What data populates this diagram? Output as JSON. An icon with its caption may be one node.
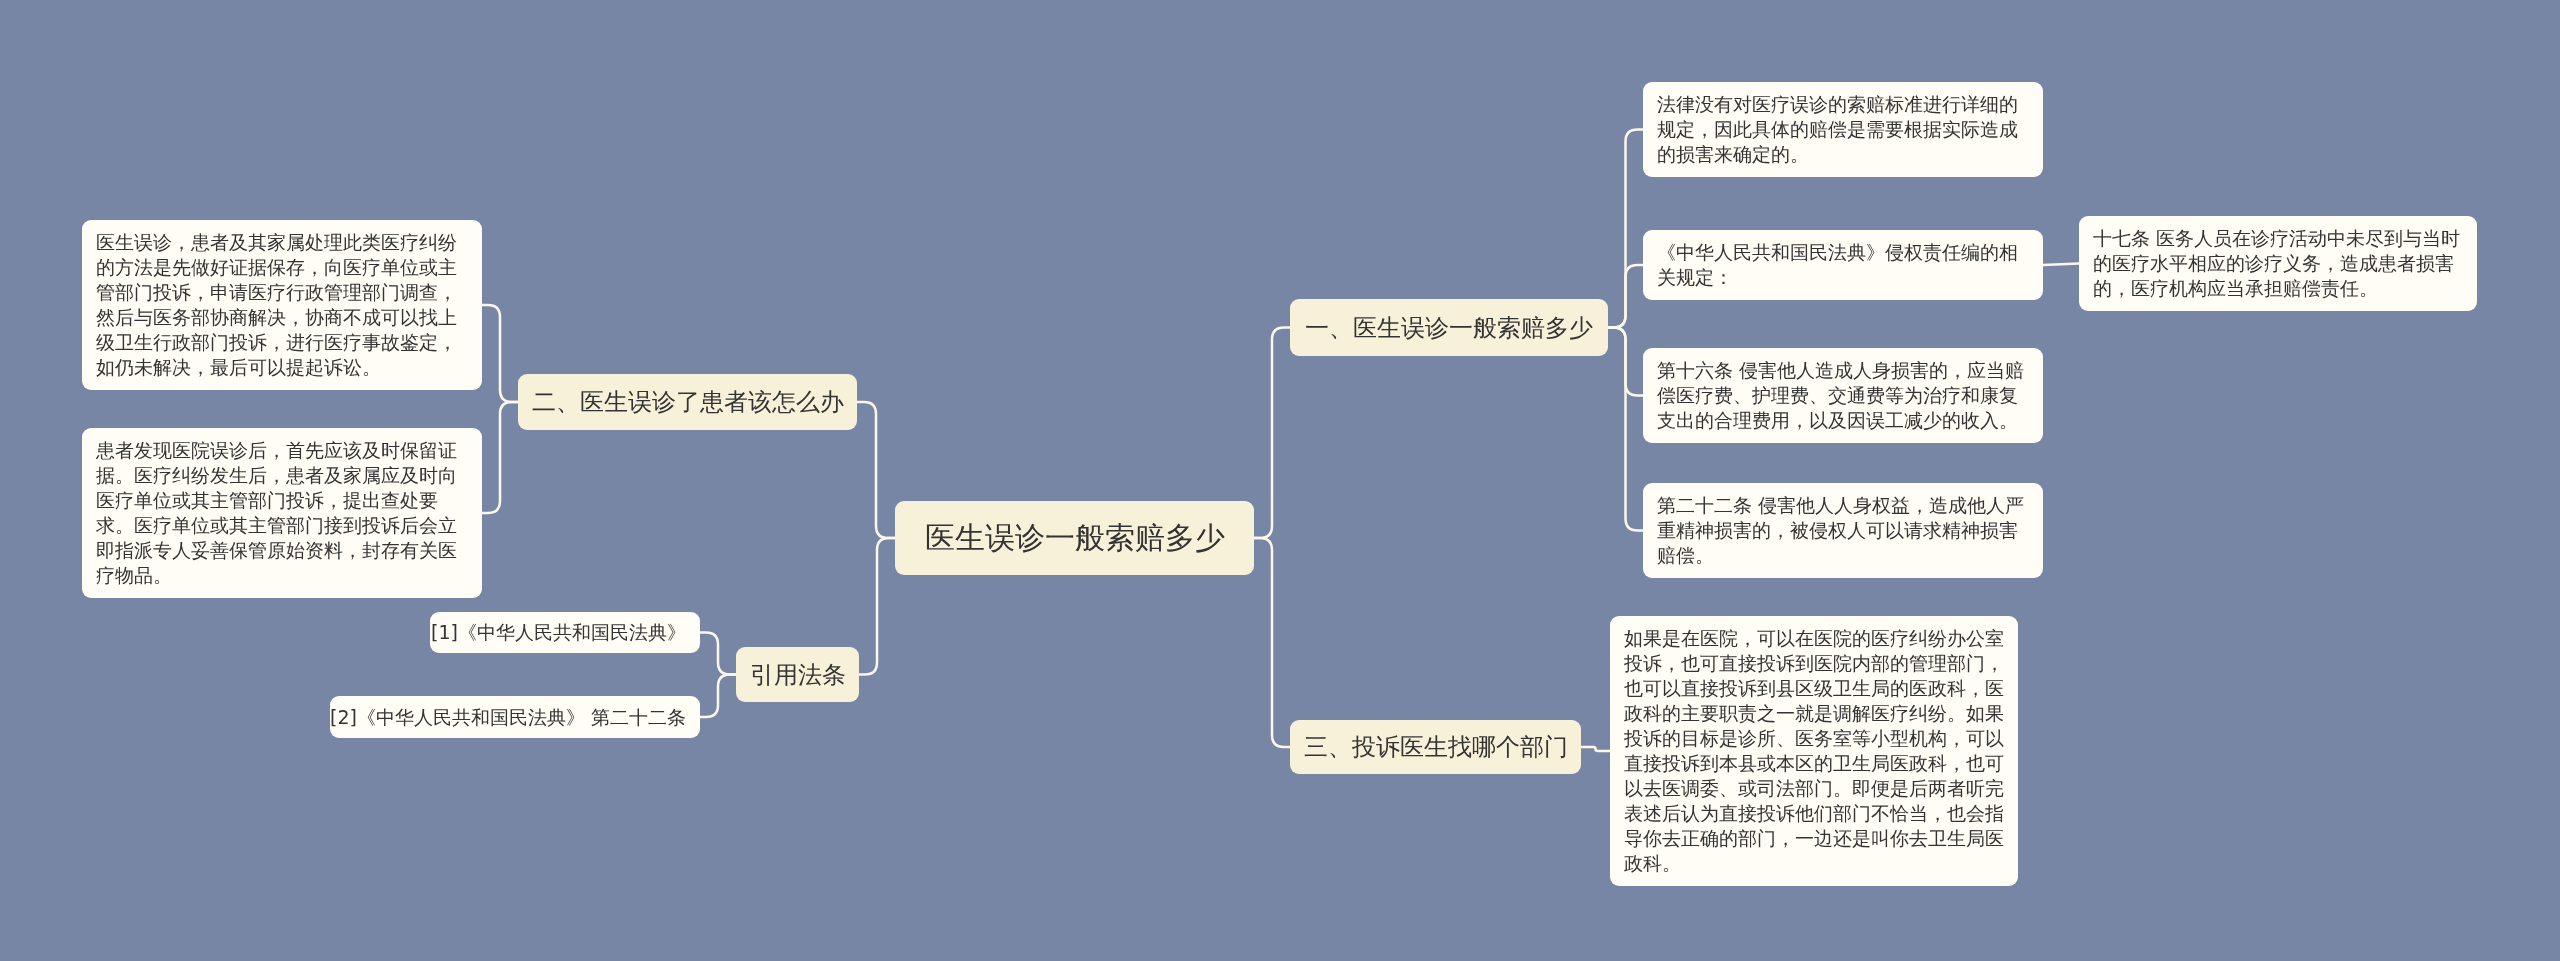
{
  "diagram": {
    "nodes": [
      {
        "text": [
          "医生误诊一般索赔多少"
        ]
      },
      {
        "text": [
          "一、医生误诊一般索赔多少"
        ]
      },
      {
        "text": [
          "法律没有对医疗误诊的索赔标准进行详细的规定，因此具体的赔偿是需要根据实际造成的损害来确定的。"
        ]
      },
      {
        "text": [
          "《中华人民共和国民法典》侵权责任编的相关规定："
        ]
      },
      {
        "text": [
          "十七条 医务人员在诊疗活动中未尽到与当时的医疗水平相应的诊疗义务，造成患者损害的，医疗机构应当承担赔偿责任。"
        ]
      },
      {
        "text": [
          "第十六条 侵害他人造成人身损害的，应当赔偿医疗费、护理费、交通费等为治疗和康复支出的合理费用，以及因误工减少的收入。"
        ]
      },
      {
        "text": [
          "第二十二条 侵害他人人身权益，造成他人严重精神损害的，被侵权人可以请求精神损害赔偿。"
        ]
      },
      {
        "text": [
          "三、投诉医生找哪个部门"
        ]
      },
      {
        "text": [
          "如果是在医院，可以在医院的医疗纠纷办公室投诉，也可直接投诉到医院内部的管理部门，也可以直接投诉到县区级卫生局的医政科，医政科的主要职责之一就是调解医疗纠纷。如果投诉的目标是诊所、医务室等小型机构，可以直接投诉到本县或本区的卫生局医政科，也可以去医调委、或司法部门。即便是后两者听完表述后认为直接投诉他们部门不恰当，也会指导你去正确的部门，一边还是叫你去卫生局医政科。"
        ]
      },
      {
        "text": [
          "二、医生误诊了患者该怎么办"
        ]
      },
      {
        "text": [
          "医生误诊，患者及其家属处理此类医疗纠纷的方法是先做好证据保存，向医疗单位或主管部门投诉，申请医疗行政管理部门调查，然后与医务部协商解决，协商不成可以找上级卫生行政部门投诉，进行医疗事故鉴定，如仍未解决，最后可以提起诉讼。"
        ]
      },
      {
        "text": [
          "患者发现医院误诊后，首先应该及时保留证据。医疗纠纷发生后，患者及家属应及时向医疗单位或其主管部门投诉，提出查处要求。医疗单位或其主管部门接到投诉后会立即指派专人妥善保管原始资料，封存有关医疗物品。"
        ]
      },
      {
        "text": [
          "引用法条"
        ]
      },
      {
        "text": [
          "[1]《中华人民共和国民法典》"
        ]
      },
      {
        "text": [
          "[2]《中华人民共和国民法典》 第二十二条"
        ]
      }
    ],
    "edges": [
      {
        "from": 0,
        "to": 1,
        "arrow": "none"
      },
      {
        "from": 1,
        "to": 2,
        "arrow": "none"
      },
      {
        "from": 1,
        "to": 3,
        "arrow": "none"
      },
      {
        "from": 3,
        "to": 4,
        "arrow": "none"
      },
      {
        "from": 1,
        "to": 5,
        "arrow": "none"
      },
      {
        "from": 1,
        "to": 6,
        "arrow": "none"
      },
      {
        "from": 0,
        "to": 7,
        "arrow": "none"
      },
      {
        "from": 7,
        "to": 8,
        "arrow": "none"
      },
      {
        "from": 0,
        "to": 9,
        "arrow": "none"
      },
      {
        "from": 9,
        "to": 10,
        "arrow": "none"
      },
      {
        "from": 9,
        "to": 11,
        "arrow": "none"
      },
      {
        "from": 0,
        "to": 12,
        "arrow": "none"
      },
      {
        "from": 12,
        "to": 13,
        "arrow": "none"
      },
      {
        "from": 12,
        "to": 14,
        "arrow": "none"
      }
    ]
  }
}
